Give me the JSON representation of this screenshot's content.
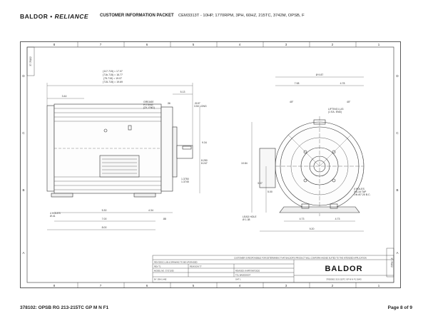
{
  "header": {
    "brand_main": "BALDOR",
    "brand_sep": "•",
    "brand_sub": "RELIANCE",
    "packet_title": "CUSTOMER INFORMATION PACKET",
    "model_line": "CEM3313T - 10HP, 1770RPM, 3PH, 60HZ, 215TC, 3742M, OPSB, F"
  },
  "grid": {
    "top_numbers": [
      "8",
      "7",
      "6",
      "5",
      "4",
      "3",
      "2",
      "1"
    ],
    "side_letters": [
      "D",
      "C",
      "B",
      "A"
    ]
  },
  "side_view": {
    "dims_top": [
      "(117-715) = 17.07",
      "(71b-715) = 16.77",
      "(75-715) = 19.07",
      "(715-715) = 19.69"
    ],
    "dim_left": "3.44",
    "grease_label": [
      "GREASE",
      "FITTING",
      "(2X, END)"
    ],
    "dim_36": ".36",
    "dim_513": "5.13",
    "keyway": [
      ".3197",
      "3.50 LONG"
    ],
    "shaft": [
      "8.250",
      "8.247"
    ],
    "dia_small": [
      "1.3750",
      "1.3745"
    ],
    "dim_934": "9.34",
    "dim_530": "5.30",
    "dim_434": "4.34",
    "dim_700": "7.00",
    "dim_800": "8.00",
    "dim_88": ".88",
    "holes": [
      "4 HOLES",
      "Ø.41"
    ]
  },
  "front_view": {
    "dia_top": "Ø 9.87",
    "dim_left": "7.98",
    "dim_right": "4.78",
    "angle_left": "45°",
    "angle_right": "45°",
    "lifting": [
      "LIFTING LUG",
      "(1 EA. END)"
    ],
    "dim_height": "10.84",
    "dim_307": "3.07",
    "dim_500": "5.00",
    "lead_hole": [
      "LEAD HOLE",
      "Ø 1.38"
    ],
    "holes_right": [
      "4 HOLES",
      "3/8-16 TAP",
      "ON Ø7.25 B.C."
    ],
    "dim_473a": "4.73",
    "dim_473b": "4.73",
    "dim_920": "9.20"
  },
  "title_block": {
    "disclaimer": "CUSTOMER IS RESPONSIBLE FOR DETERMINING THAT BALDOR'S PRODUCT WILL CONFORM AND BE SUITED TO THE INTENDED APPLICATION",
    "row1": "REV  DESC  LUB & DRAWING TO BE UPGRADED",
    "row2a": "REV  T1",
    "row2b": "REVISION  T7",
    "row3a": "MODEL NO.  37LT1035",
    "row3b": "REVISED: 8-MRT/9/67/2020",
    "row3c": "TOL  BASED/DDT",
    "row4a": "BY  JSM LANE",
    "row4b": "SHT 1",
    "brand": "BALDOR",
    "drawing_no": "37820502 213-215TC GP M N F1 DWG",
    "side_code": "37-78102"
  },
  "footer": {
    "left": "378102: OPSB RG 213-215TC GP M N F1",
    "right": "Page 8 of 9"
  }
}
